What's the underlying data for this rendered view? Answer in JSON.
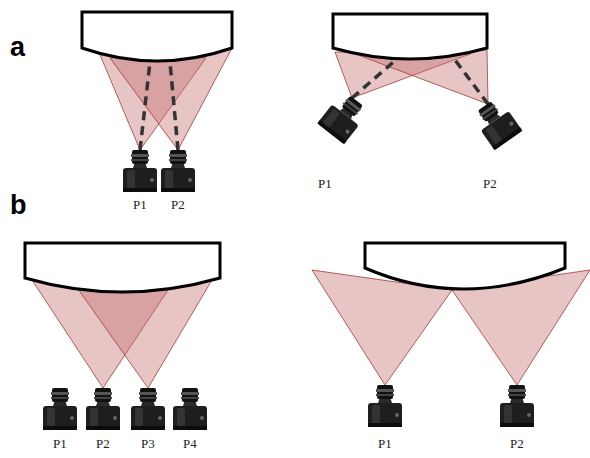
{
  "diagram": {
    "labels": [
      "a",
      "P1",
      "P2",
      "P1",
      "P2",
      "b",
      "P1",
      "P2",
      "P3",
      "P4",
      "P1",
      "P2"
    ]
  }
}
